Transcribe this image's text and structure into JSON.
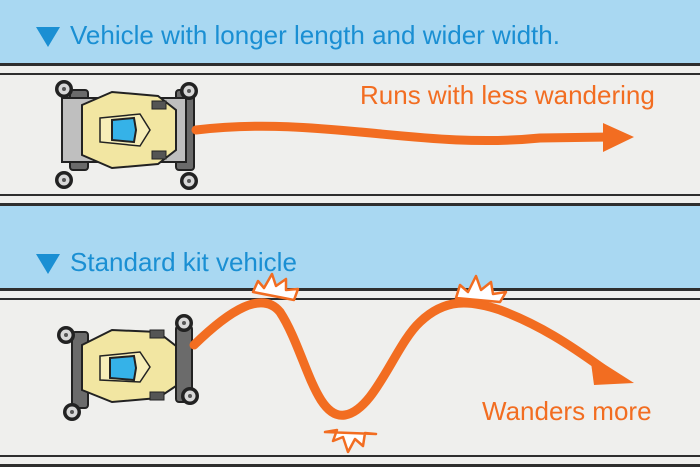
{
  "top": {
    "heading": "Vehicle with longer length and wider width.",
    "caption": "Runs with less wandering"
  },
  "bottom": {
    "heading": "Standard kit vehicle",
    "caption": "Wanders more"
  },
  "colors": {
    "background": "#a9d8f2",
    "heading": "#1a8fd3",
    "path": "#f26d21",
    "track": "#efefed",
    "car_body": "#f2e6a2",
    "car_canopy": "#35b2e8"
  }
}
